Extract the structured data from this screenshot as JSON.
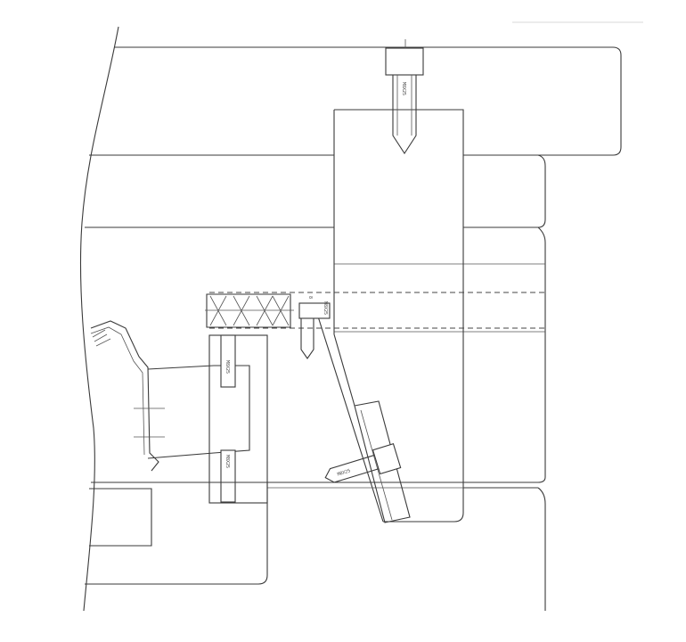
{
  "drawing": {
    "screw_labels": [
      "М8Х25",
      "М8Х25",
      "М8Х25",
      "М8Х25",
      "М8Х25"
    ],
    "dim_labels": [
      "8"
    ]
  }
}
